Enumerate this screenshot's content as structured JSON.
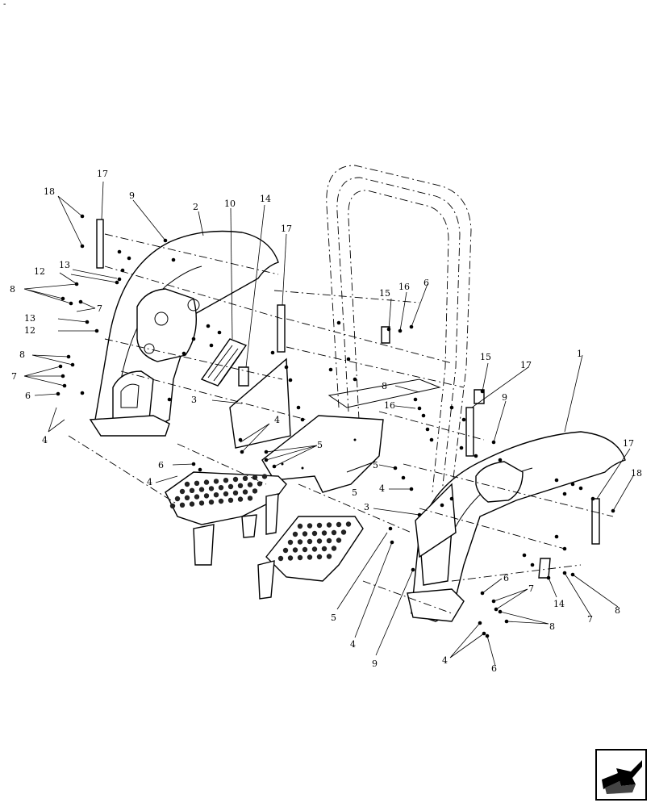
{
  "page": {
    "corner_mark": "-"
  },
  "callouts": {
    "c1": "1",
    "c2": "2",
    "c3a": "3",
    "c3b": "3",
    "c4a": "4",
    "c4b": "4",
    "c4c": "4",
    "c4d": "4",
    "c4e": "4",
    "c4f": "4",
    "c5a": "5",
    "c5b": "5",
    "c5c": "5",
    "c5d": "5",
    "c6a": "6",
    "c6b": "6",
    "c6c": "6",
    "c6d": "6",
    "c6e": "6",
    "c7a": "7",
    "c7b": "7",
    "c7c": "7",
    "c7d": "7",
    "c8a": "8",
    "c8b": "8",
    "c8c": "8",
    "c8d": "8",
    "c8e": "8",
    "c9a": "9",
    "c9b": "9",
    "c9c": "9",
    "c10": "10",
    "c12a": "12",
    "c12b": "12",
    "c13a": "13",
    "c13b": "13",
    "c14a": "14",
    "c14b": "14",
    "c15a": "15",
    "c15b": "15",
    "c16a": "16",
    "c16b": "16",
    "c17a": "17",
    "c17b": "17",
    "c17c": "17",
    "c17d": "17",
    "c18a": "18",
    "c18b": "18"
  },
  "nav_icon": {
    "name": "next-page-arrow-icon"
  }
}
